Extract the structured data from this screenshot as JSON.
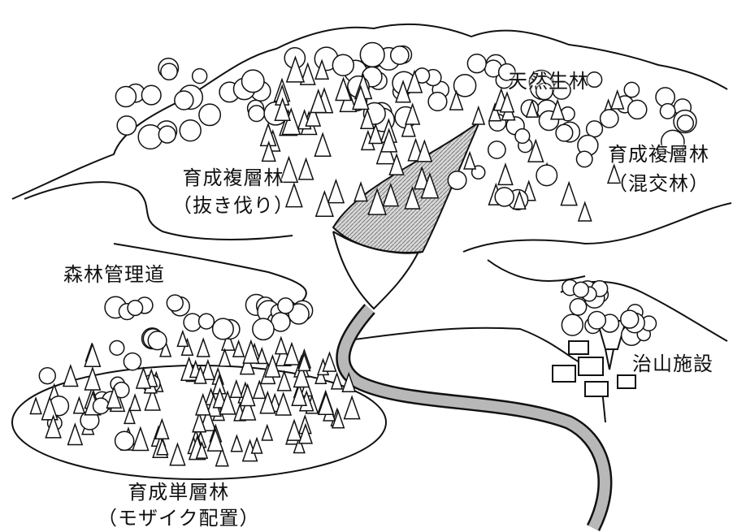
{
  "labels": {
    "natural_forest": "天然生林",
    "multi_layer_thinning_line1": "育成複層林",
    "multi_layer_thinning_line2": "（抜き伐り）",
    "multi_layer_mixed_line1": "育成複層林",
    "multi_layer_mixed_line2": "（混交林）",
    "forest_road": "森林管理道",
    "erosion_control": "治山施設",
    "single_layer_line1": "育成単層林",
    "single_layer_line2": "（モザイク配置）"
  },
  "colors": {
    "ink": "#111111",
    "hatch": "#9a9a9a",
    "paper": "#ffffff"
  }
}
